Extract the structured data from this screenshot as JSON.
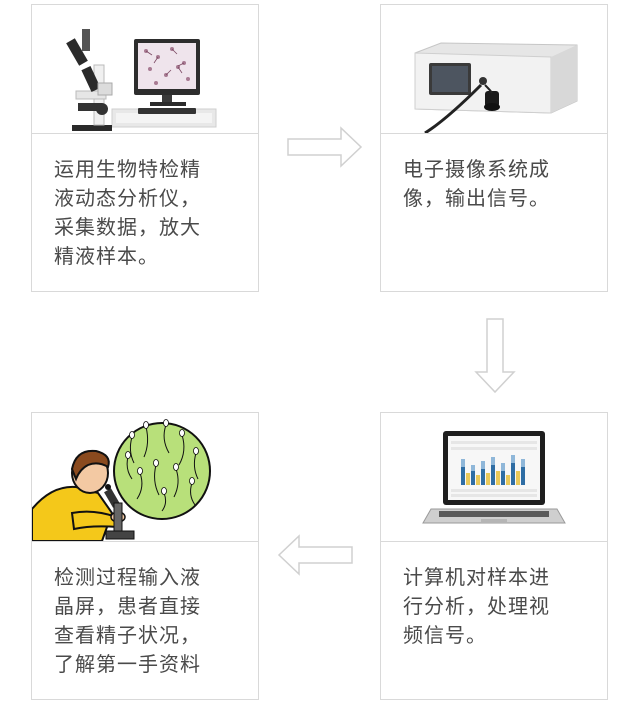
{
  "steps": [
    {
      "text": "运用生物特检精\n液动态分析仪，\n采集数据，放大\n精液样本。",
      "icon": "microscope-computer-icon"
    },
    {
      "text": "电子摄像系统成\n像，输出信号。",
      "icon": "camera-device-icon"
    },
    {
      "text": "计算机对样本进\n行分析，处理视\n频信号。",
      "icon": "laptop-analysis-icon"
    },
    {
      "text": "检测过程输入液\n晶屏，患者直接\n查看精子状况，\n了解第一手资料",
      "icon": "person-microscope-icon"
    }
  ],
  "colors": {
    "border": "#d9d9d9",
    "text": "#4a4a4a",
    "arrow": "#d4d4d4",
    "green": "#b8e07a",
    "yellow": "#f4c81a"
  }
}
